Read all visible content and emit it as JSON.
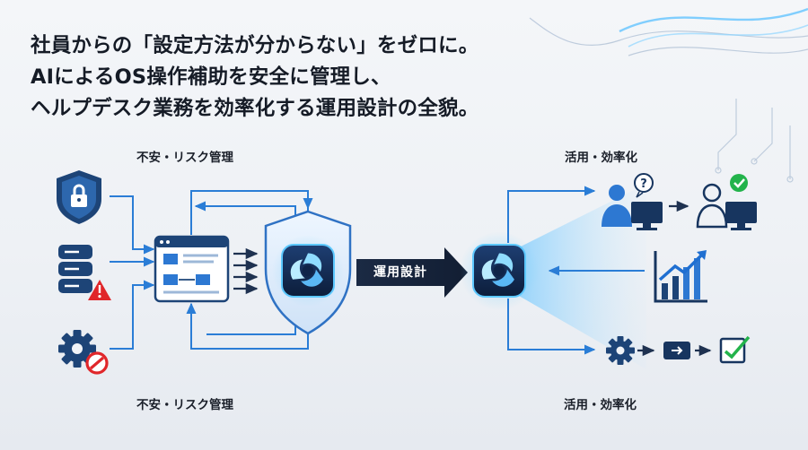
{
  "headline": {
    "line1": "社員からの「設定方法が分からない」をゼロに。",
    "line2": "AIによるOS操作補助を安全に管理し、",
    "line3": "ヘルプデスク業務を効率化する運用設計の全貌。"
  },
  "labels": {
    "risk_top": "不安・リスク管理",
    "risk_bottom": "不安・リスク管理",
    "benefit_top": "活用・効率化",
    "benefit_bottom": "活用・効率化",
    "center_arrow": "運用設計"
  },
  "icons": {
    "left": [
      "lock-shield-icon",
      "server-warning-icon",
      "gear-blocked-icon"
    ],
    "center": [
      "admin-console-icon",
      "shield-ai-icon",
      "ai-app-icon"
    ],
    "right": [
      "user-question-icon",
      "user-resolved-icon",
      "growth-chart-icon",
      "automation-flow-icon"
    ]
  },
  "colors": {
    "navy": "#14365f",
    "blue": "#1f6fd1",
    "arrow": "#2a7dd6",
    "warning": "#e0262a",
    "success": "#23b34b",
    "background": "#f0f3f7"
  }
}
